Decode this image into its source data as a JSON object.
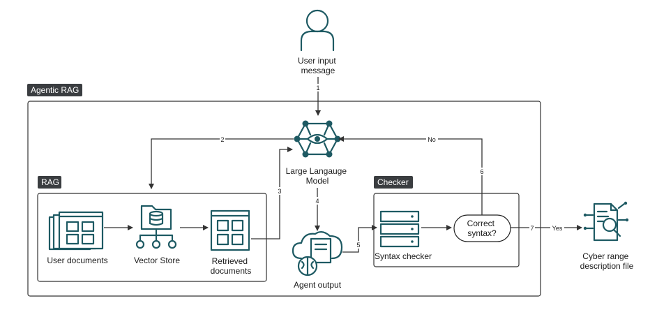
{
  "groups": {
    "agentic_rag": "Agentic RAG",
    "rag": "RAG",
    "checker": "Checker"
  },
  "nodes": {
    "user_input": [
      "User input",
      "message"
    ],
    "llm": [
      "Large Langauge",
      "Model"
    ],
    "user_documents": "User documents",
    "vector_store": "Vector Store",
    "retrieved_documents": [
      "Retrieved",
      "documents"
    ],
    "agent_output": "Agent output",
    "syntax_checker": "Syntax checker",
    "correct_syntax": [
      "Correct",
      "syntax?"
    ],
    "cyber_range": [
      "Cyber range",
      "description file"
    ]
  },
  "edges": {
    "e1": "1",
    "e2": "2",
    "e3": "3",
    "e4": "4",
    "e5": "5",
    "e6": "6",
    "e7": "7",
    "no": "No",
    "yes": "Yes"
  },
  "colors": {
    "icon": "#1e5a63",
    "tag_background": "#3a3d40",
    "line": "#333333"
  }
}
